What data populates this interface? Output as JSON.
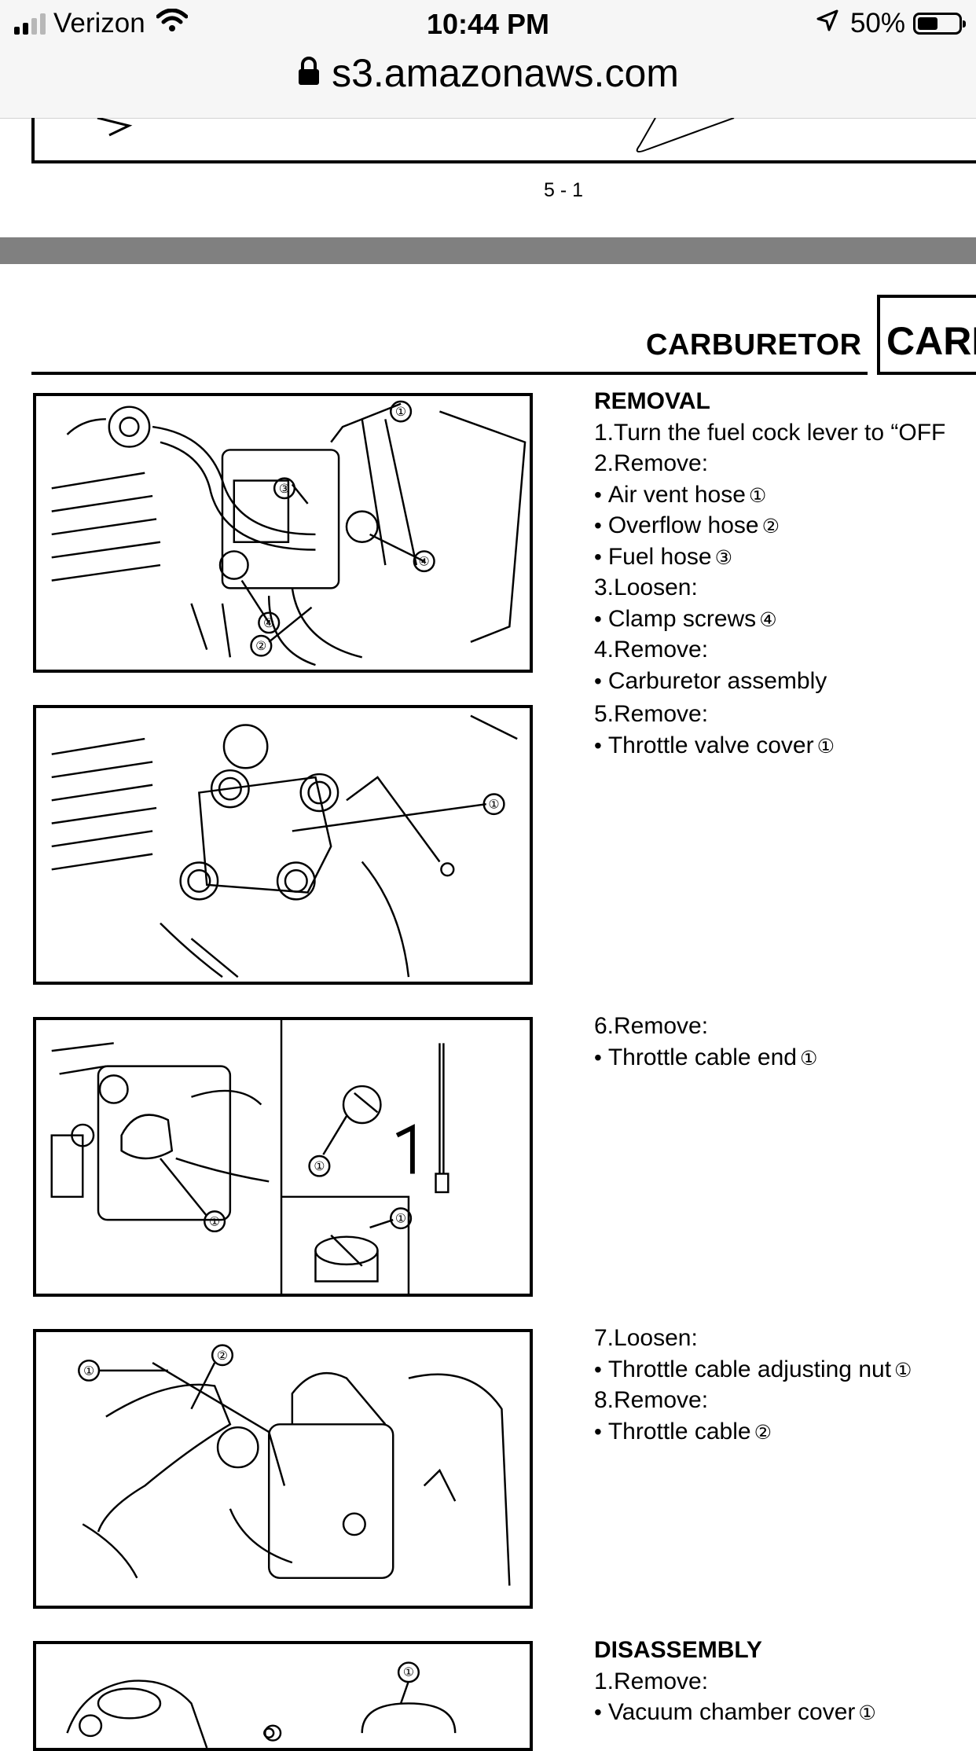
{
  "status_bar": {
    "carrier": "Verizon",
    "time": "10:44 PM",
    "battery": "50%",
    "battery_level": 0.5,
    "icons": [
      "signal-bars-icon",
      "wifi-icon",
      "location-arrow-icon",
      "battery-icon"
    ]
  },
  "url_bar": {
    "domain": "s3.amazonaws.com",
    "icon": "lock-icon"
  },
  "page": {
    "previous_page_number": "5 - 1",
    "section_title": "CARBURETOR",
    "section_tab": "CARB",
    "removal": {
      "heading": "REMOVAL",
      "steps": [
        {
          "type": "step",
          "text": "1.Turn the fuel cock lever to “OFF"
        },
        {
          "type": "step",
          "text": "2.Remove:"
        },
        {
          "type": "bullet",
          "text": "Air vent hose",
          "ref": "①"
        },
        {
          "type": "bullet",
          "text": "Overflow hose",
          "ref": "②"
        },
        {
          "type": "bullet",
          "text": "Fuel hose",
          "ref": "③"
        },
        {
          "type": "step",
          "text": "3.Loosen:"
        },
        {
          "type": "bullet",
          "text": "Clamp screws",
          "ref": "④"
        },
        {
          "type": "step",
          "text": "4.Remove:"
        },
        {
          "type": "bullet",
          "text": "Carburetor assembly",
          "ref": ""
        }
      ],
      "steps_b": [
        {
          "type": "step",
          "text": "5.Remove:"
        },
        {
          "type": "bullet",
          "text": "Throttle valve cover",
          "ref": "①"
        }
      ],
      "steps_c": [
        {
          "type": "step",
          "text": "6.Remove:"
        },
        {
          "type": "bullet",
          "text": "Throttle cable end",
          "ref": "①"
        }
      ],
      "steps_d": [
        {
          "type": "step",
          "text": "7.Loosen:"
        },
        {
          "type": "bullet",
          "text": "Throttle cable adjusting nut",
          "ref": "①"
        },
        {
          "type": "step",
          "text": "8.Remove:"
        },
        {
          "type": "bullet",
          "text": "Throttle cable",
          "ref": "②"
        }
      ]
    },
    "disassembly": {
      "heading": "DISASSEMBLY",
      "steps": [
        {
          "type": "step",
          "text": "1.Remove:"
        },
        {
          "type": "bullet",
          "text": "Vacuum chamber cover",
          "ref": "①"
        }
      ]
    },
    "figure_callouts": {
      "fig1": [
        "①",
        "③",
        "④",
        "④",
        "②"
      ],
      "fig2": [
        "①"
      ],
      "fig3": [
        "①",
        "①",
        "①"
      ],
      "fig4": [
        "①",
        "②"
      ],
      "fig5": [
        "①"
      ]
    }
  }
}
